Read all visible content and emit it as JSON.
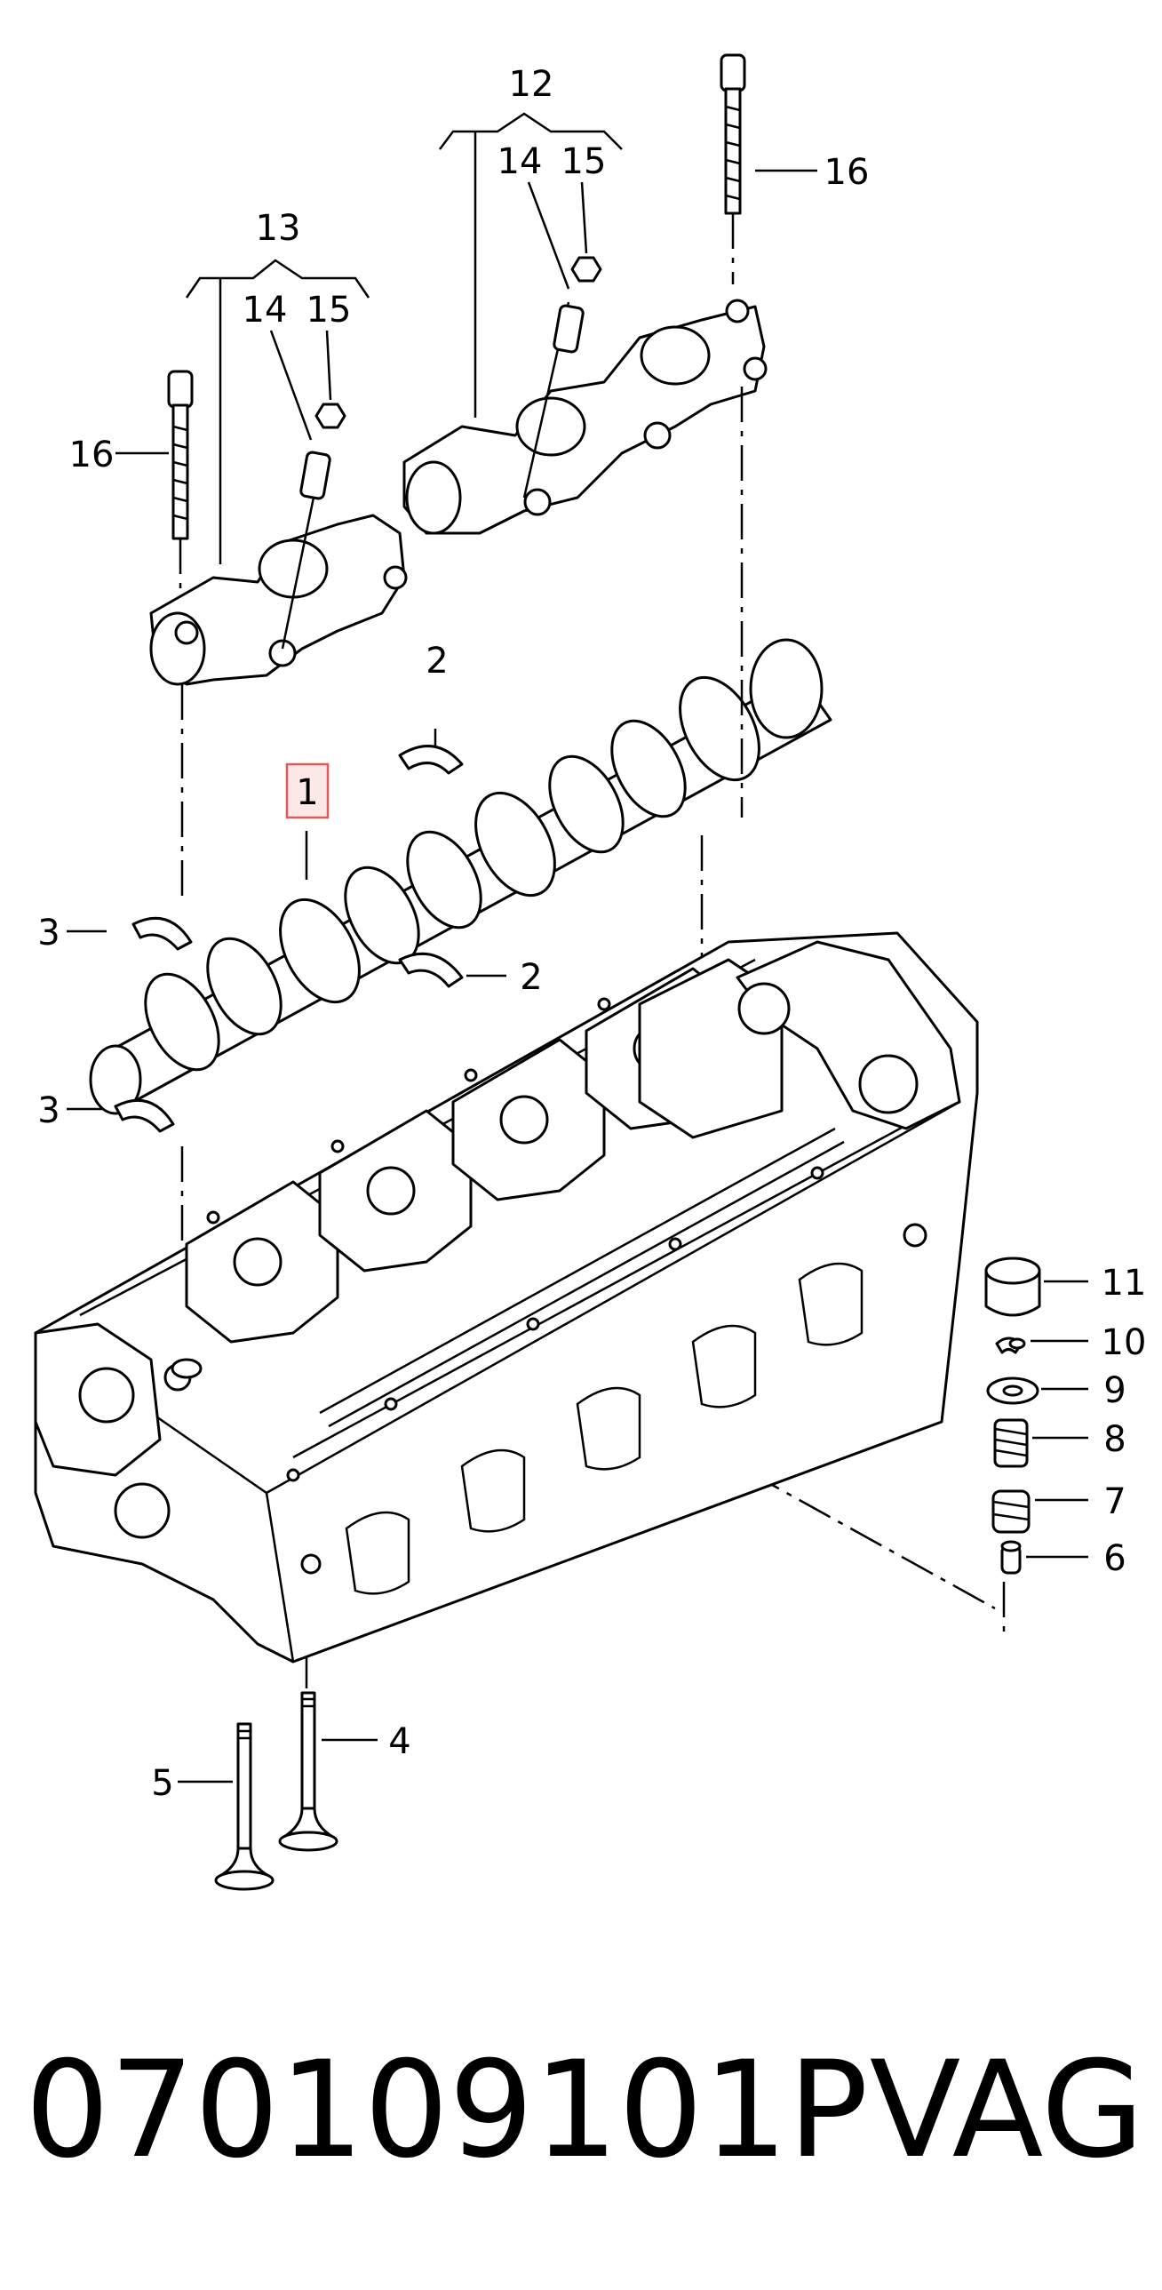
{
  "callouts": {
    "c1": "1",
    "c2a": "2",
    "c2b": "2",
    "c3a": "3",
    "c3b": "3",
    "c4": "4",
    "c5": "5",
    "c6": "6",
    "c7": "7",
    "c8": "8",
    "c9": "9",
    "c10": "10",
    "c11": "11",
    "c12": "12",
    "c13": "13",
    "c14a": "14",
    "c15a": "15",
    "c14b": "14",
    "c15b": "15",
    "c16a": "16",
    "c16b": "16"
  },
  "highlighted_callout": "1",
  "colors": {
    "highlight_fill": "#fde8e8",
    "highlight_stroke": "#e05a5a"
  },
  "caption": {
    "part_number": "070109101P",
    "brand": "VAG"
  }
}
